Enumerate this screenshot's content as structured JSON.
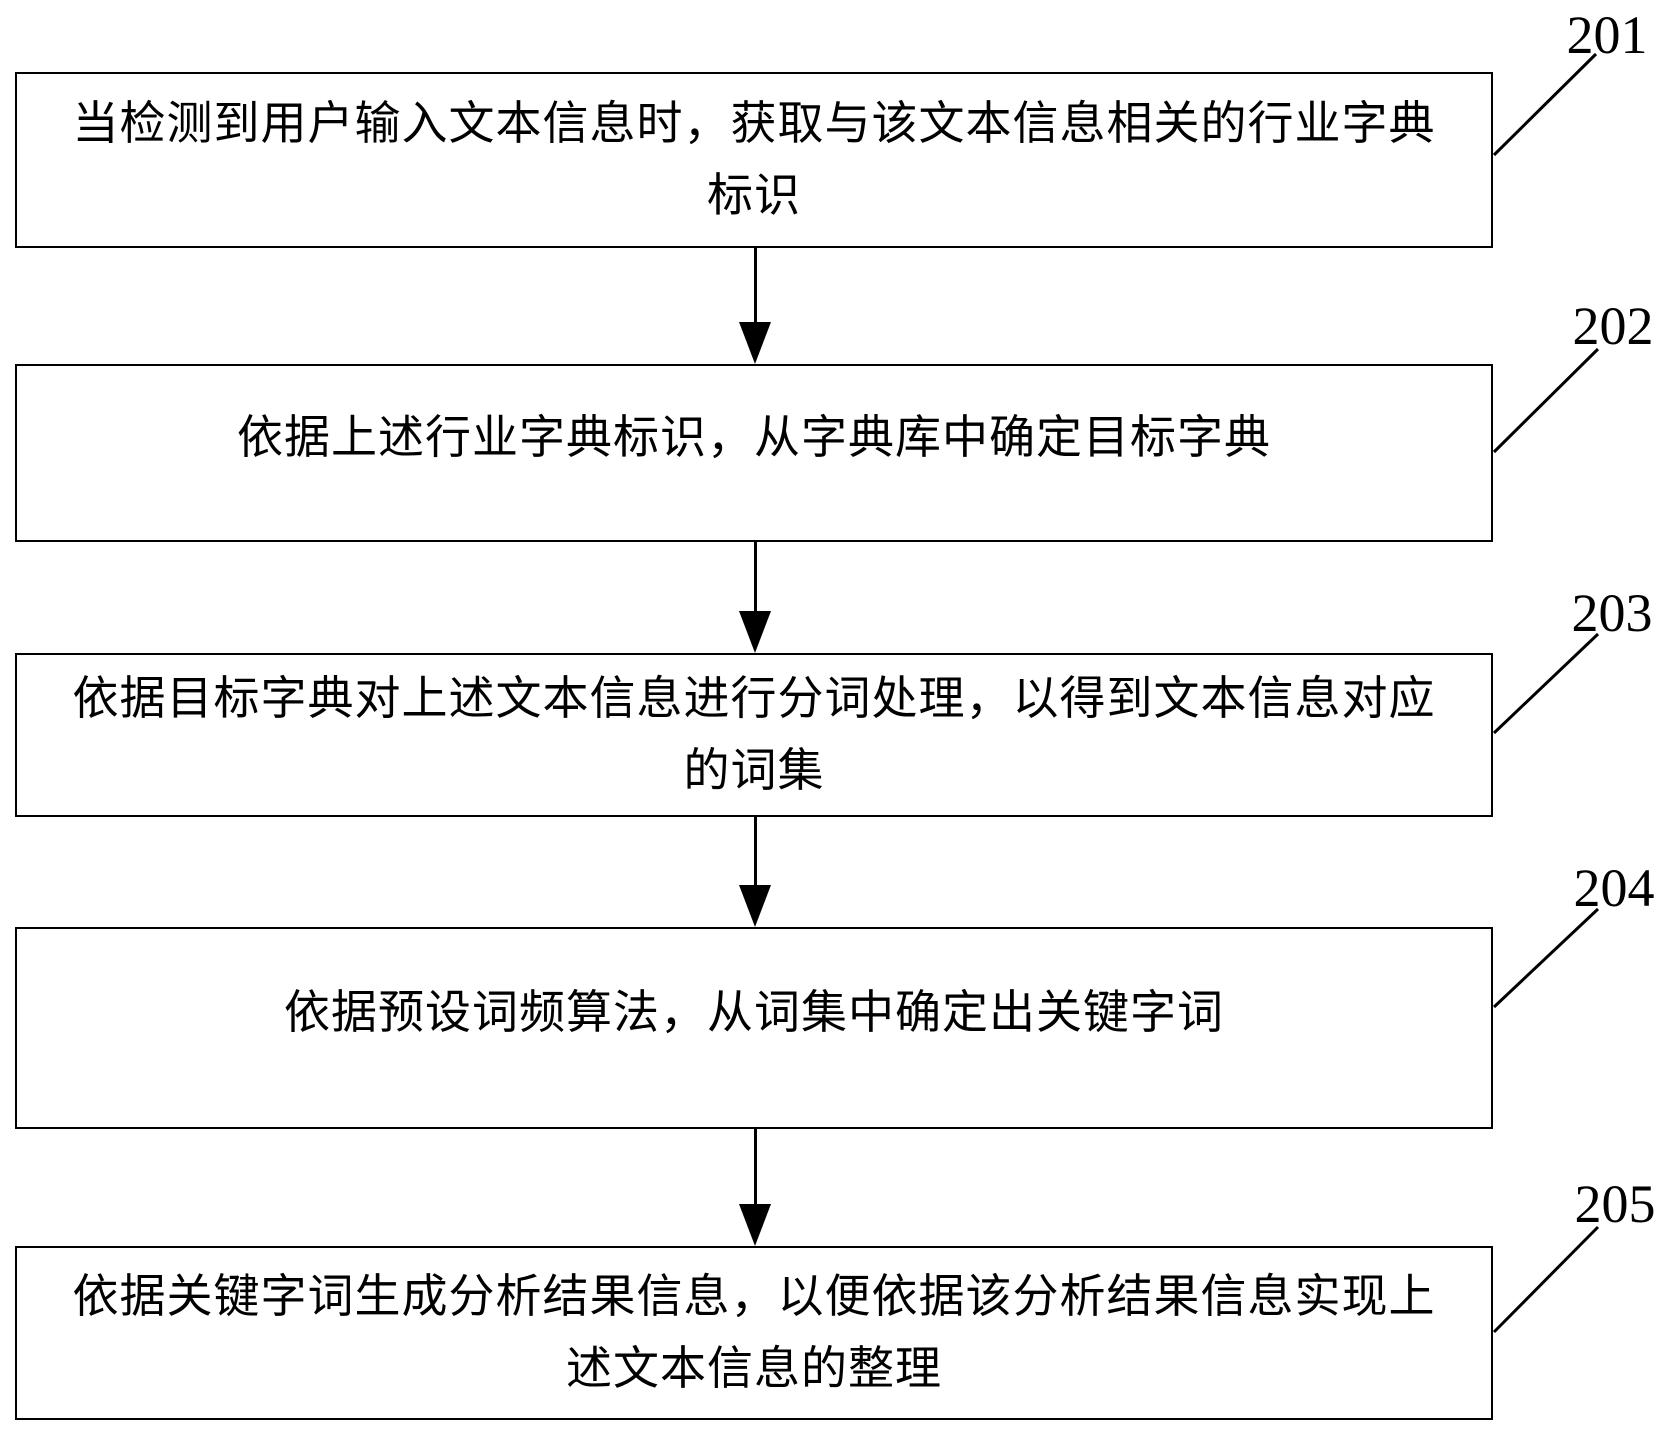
{
  "figure": {
    "type": "flowchart",
    "orientation": "top-down",
    "colors": {
      "background": "#ffffff",
      "line": "#000000",
      "text": "#000000"
    },
    "steps": [
      {
        "ref": "201",
        "text": "当检测到用户输入文本信息时，获取与该文本信息相关的行业字典\n标识"
      },
      {
        "ref": "202",
        "text": "依据上述行业字典标识，从字典库中确定目标字典"
      },
      {
        "ref": "203",
        "text": "依据目标字典对上述文本信息进行分词处理，以得到文本信息对应\n的词集"
      },
      {
        "ref": "204",
        "text": "依据预设词频算法，从词集中确定出关键字词"
      },
      {
        "ref": "205",
        "text": "依据关键字词生成分析结果信息，以便依据该分析结果信息实现上\n述文本信息的整理"
      }
    ]
  }
}
